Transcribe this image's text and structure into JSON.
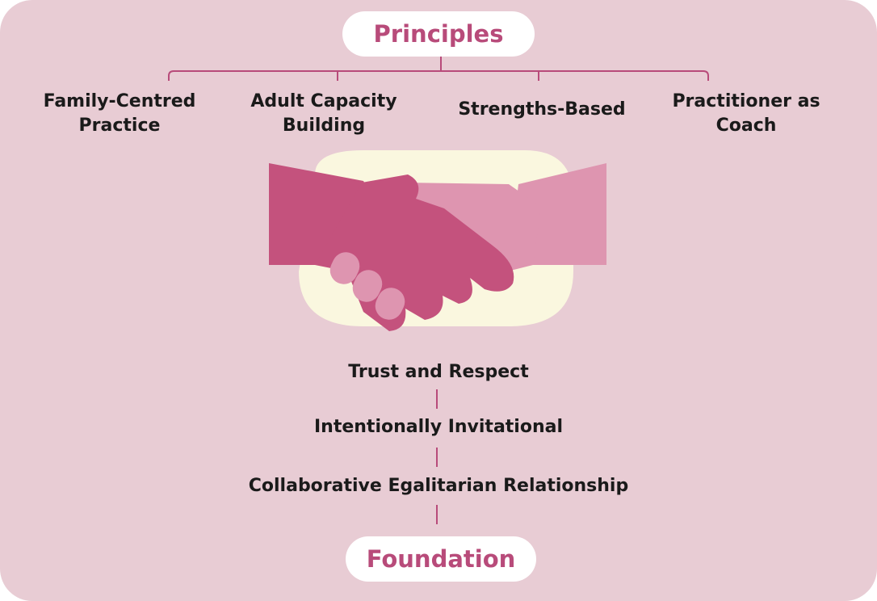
{
  "header": {
    "title": "Principles"
  },
  "principles": [
    {
      "label": "Family-Centred Practice"
    },
    {
      "label": "Adult Capacity Building"
    },
    {
      "label": "Strengths-Based"
    },
    {
      "label": "Practitioner as Coach"
    }
  ],
  "foundation": {
    "title": "Foundation",
    "items": [
      {
        "label": "Trust and Respect"
      },
      {
        "label": "Intentionally Invitational"
      },
      {
        "label": "Collaborative Egalitarian Relationship"
      }
    ]
  },
  "colors": {
    "background": "#e8ccd4",
    "accent": "#b84b7a",
    "hand_dark": "#c4527d",
    "hand_light": "#de95b0",
    "halo": "#faf7df"
  },
  "icons": {
    "center": "handshake-icon"
  }
}
